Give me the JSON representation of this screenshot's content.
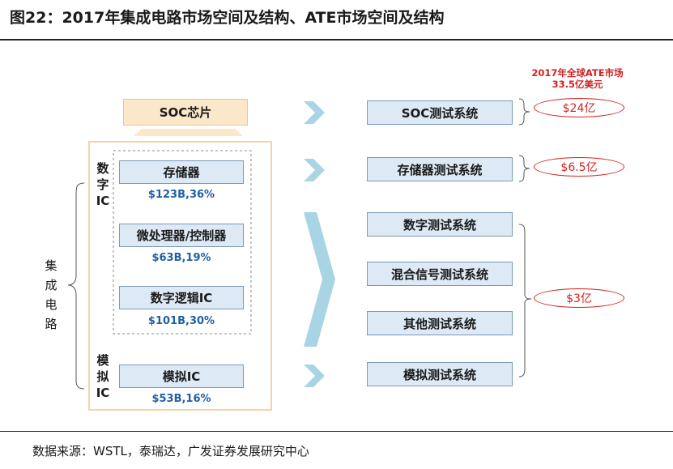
{
  "title": "图22：2017年集成电路市场空间及结构、ATE市场空间及结构",
  "left": {
    "soc_label": "SOC芯片",
    "digital_label": [
      "数",
      "字",
      "IC"
    ],
    "analog_label": [
      "模",
      "拟",
      "IC"
    ],
    "ic_label": [
      "集",
      "成",
      "电",
      "路"
    ],
    "items": [
      {
        "label": "存储器",
        "value": "$123B,36%"
      },
      {
        "label": "微处理器/控制器",
        "value": "$63B,19%"
      },
      {
        "label": "数字逻辑IC",
        "value": "$101B,30%"
      },
      {
        "label": "模拟IC",
        "value": "$53B,16%"
      }
    ]
  },
  "right": {
    "systems": [
      "SOC测试系统",
      "存储器测试系统",
      "数字测试系统",
      "混合信号测试系统",
      "其他测试系统",
      "模拟测试系统"
    ],
    "market_header": [
      "2017年全球ATE市场",
      "33.5亿美元"
    ],
    "values": [
      "$24亿",
      "$6.5亿",
      "$3亿"
    ]
  },
  "source": "数据来源：WSTL，泰瑞达，广发证券发展研究中心",
  "colors": {
    "box_fill": "#dde9f5",
    "box_border": "#7b9ab6",
    "arrow": "#a9d4e4",
    "accent_red": "#d42020",
    "value_blue": "#1f5fa5",
    "frame_orange": "#f0c68a"
  }
}
